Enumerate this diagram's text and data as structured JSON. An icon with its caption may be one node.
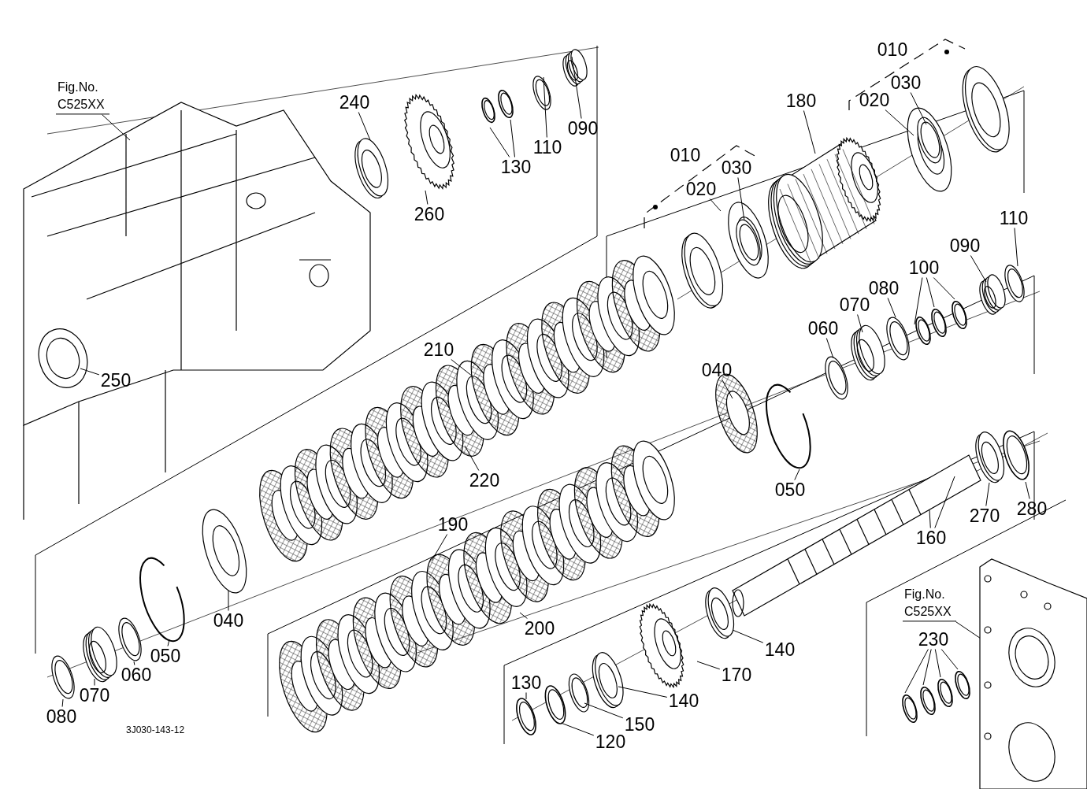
{
  "diagram": {
    "nodes": [
      {
        "text": [
          "Fig.No. C525XX"
        ]
      },
      {
        "text": [
          "240"
        ]
      },
      {
        "text": [
          "260"
        ]
      },
      {
        "text": [
          "130"
        ]
      },
      {
        "text": [
          "110"
        ]
      },
      {
        "text": [
          "090"
        ]
      },
      {
        "text": [
          "010"
        ]
      },
      {
        "text": [
          "030"
        ]
      },
      {
        "text": [
          "020"
        ]
      },
      {
        "text": [
          "180"
        ]
      },
      {
        "text": [
          "010"
        ]
      },
      {
        "text": [
          "020"
        ]
      },
      {
        "text": [
          "030"
        ]
      },
      {
        "text": [
          "110"
        ]
      },
      {
        "text": [
          "090"
        ]
      },
      {
        "text": [
          "100"
        ]
      },
      {
        "text": [
          "080"
        ]
      },
      {
        "text": [
          "070"
        ]
      },
      {
        "text": [
          "060"
        ]
      },
      {
        "text": [
          "250"
        ]
      },
      {
        "text": [
          "210"
        ]
      },
      {
        "text": [
          "220"
        ]
      },
      {
        "text": [
          "040"
        ]
      },
      {
        "text": [
          "050"
        ]
      },
      {
        "text": [
          "160"
        ]
      },
      {
        "text": [
          "270"
        ]
      },
      {
        "text": [
          "280"
        ]
      },
      {
        "text": [
          "190"
        ]
      },
      {
        "text": [
          "200"
        ]
      },
      {
        "text": [
          "040"
        ]
      },
      {
        "text": [
          "050"
        ]
      },
      {
        "text": [
          "060"
        ]
      },
      {
        "text": [
          "070"
        ]
      },
      {
        "text": [
          "080"
        ]
      },
      {
        "text": [
          "140"
        ]
      },
      {
        "text": [
          "170"
        ]
      },
      {
        "text": [
          "140"
        ]
      },
      {
        "text": [
          "150"
        ]
      },
      {
        "text": [
          "130"
        ]
      },
      {
        "text": [
          "120"
        ]
      },
      {
        "text": [
          "Fig.No. C525XX"
        ]
      },
      {
        "text": [
          "230"
        ]
      },
      {
        "text": [],
        "shape": "picture"
      }
    ],
    "edges": [
      {
        "from": 0,
        "to": null,
        "arrow": "none"
      },
      {
        "from": 1,
        "to": null,
        "arrow": "none"
      },
      {
        "from": 2,
        "to": null,
        "arrow": "none"
      },
      {
        "from": 3,
        "to": null,
        "arrow": "none"
      },
      {
        "from": 3,
        "to": null,
        "arrow": "none"
      },
      {
        "from": 4,
        "to": null,
        "arrow": "none"
      },
      {
        "from": 5,
        "to": null,
        "arrow": "none"
      },
      {
        "from": 7,
        "to": null,
        "arrow": "none"
      },
      {
        "from": 8,
        "to": null,
        "arrow": "none"
      },
      {
        "from": 9,
        "to": null,
        "arrow": "none"
      },
      {
        "from": 11,
        "to": null,
        "arrow": "none"
      },
      {
        "from": 12,
        "to": null,
        "arrow": "none"
      },
      {
        "from": 13,
        "to": null,
        "arrow": "none"
      },
      {
        "from": 14,
        "to": null,
        "arrow": "none"
      },
      {
        "from": 15,
        "to": null,
        "arrow": "none"
      },
      {
        "from": 15,
        "to": null,
        "arrow": "none"
      },
      {
        "from": 15,
        "to": null,
        "arrow": "none"
      },
      {
        "from": 16,
        "to": null,
        "arrow": "none"
      },
      {
        "from": 17,
        "to": null,
        "arrow": "none"
      },
      {
        "from": 18,
        "to": null,
        "arrow": "none"
      },
      {
        "from": 19,
        "to": null,
        "arrow": "none"
      },
      {
        "from": 20,
        "to": null,
        "arrow": "none"
      },
      {
        "from": 21,
        "to": null,
        "arrow": "none"
      },
      {
        "from": 22,
        "to": null,
        "arrow": "none"
      },
      {
        "from": 23,
        "to": null,
        "arrow": "none"
      },
      {
        "from": 24,
        "to": null,
        "arrow": "none"
      },
      {
        "from": 24,
        "to": null,
        "arrow": "none"
      },
      {
        "from": 25,
        "to": null,
        "arrow": "none"
      },
      {
        "from": 26,
        "to": null,
        "arrow": "none"
      },
      {
        "from": 27,
        "to": null,
        "arrow": "none"
      },
      {
        "from": 28,
        "to": null,
        "arrow": "none"
      },
      {
        "from": 29,
        "to": null,
        "arrow": "none"
      },
      {
        "from": 30,
        "to": null,
        "arrow": "none"
      },
      {
        "from": 31,
        "to": null,
        "arrow": "none"
      },
      {
        "from": 32,
        "to": null,
        "arrow": "none"
      },
      {
        "from": 33,
        "to": null,
        "arrow": "none"
      },
      {
        "from": 34,
        "to": null,
        "arrow": "none"
      },
      {
        "from": 35,
        "to": null,
        "arrow": "none"
      },
      {
        "from": 36,
        "to": null,
        "arrow": "none"
      },
      {
        "from": 37,
        "to": null,
        "arrow": "none"
      },
      {
        "from": 38,
        "to": null,
        "arrow": "none"
      },
      {
        "from": 39,
        "to": null,
        "arrow": "none"
      },
      {
        "from": 40,
        "to": 42,
        "arrow": "none"
      },
      {
        "from": 41,
        "to": null,
        "arrow": "none"
      },
      {
        "from": 41,
        "to": null,
        "arrow": "none"
      },
      {
        "from": 41,
        "to": null,
        "arrow": "none"
      },
      {
        "from": 41,
        "to": null,
        "arrow": "none"
      }
    ],
    "labels": [
      "3J030-143-12"
    ]
  }
}
